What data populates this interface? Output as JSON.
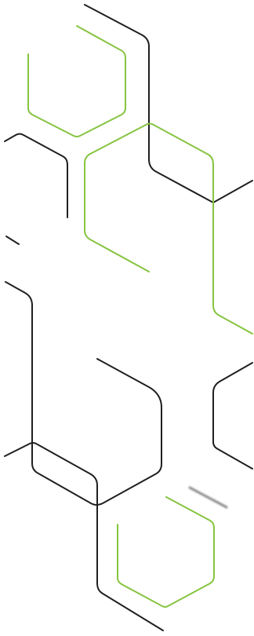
{
  "colors": {
    "background": "#ffffff",
    "dark_line": "#1f1f1f",
    "green_line": "#86c440",
    "blur_line": "#8a8a8a"
  },
  "pattern": {
    "dark_paths": [
      "dark-path-top",
      "dark-path-upper-left",
      "dark-path-left-tick",
      "dark-path-middle",
      "dark-path-bottom",
      "dark-path-right-segment"
    ],
    "green_paths": [
      "green-hexagon-top",
      "green-hexagon-middle",
      "green-hexagon-bottom"
    ]
  }
}
